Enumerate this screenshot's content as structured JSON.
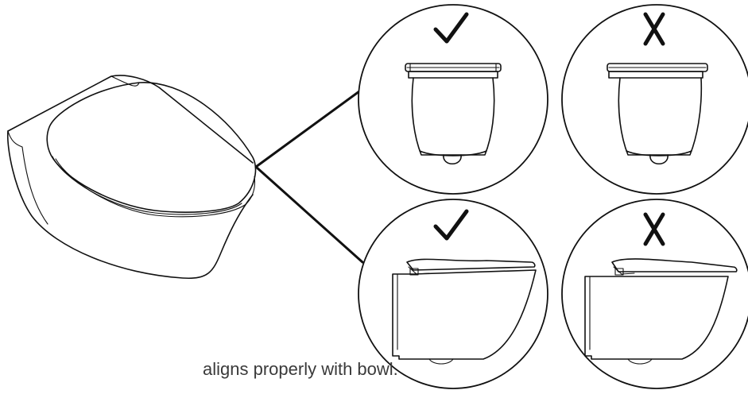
{
  "caption": "aligns properly with bowl.",
  "panels": [
    {
      "id": "front-correct",
      "verdict": "correct",
      "mark_icon": "check-icon"
    },
    {
      "id": "front-incorrect",
      "verdict": "incorrect",
      "mark_icon": "x-icon"
    },
    {
      "id": "side-correct",
      "verdict": "correct",
      "mark_icon": "check-icon"
    },
    {
      "id": "side-incorrect",
      "verdict": "incorrect",
      "mark_icon": "x-icon"
    }
  ]
}
